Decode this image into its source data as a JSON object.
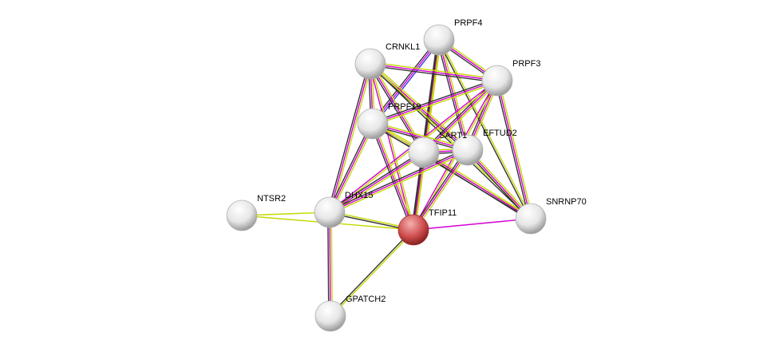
{
  "channel_colors": {
    "textmining": "#c5d800",
    "coexpression": "#333333",
    "experiments": "#d400d4",
    "databases": "#3a3ae0"
  },
  "query_node_color": "#d04040",
  "nodes": [
    {
      "id": "PRPF4",
      "label": "PRPF4",
      "query": false
    },
    {
      "id": "CRNKL1",
      "label": "CRNKL1",
      "query": false
    },
    {
      "id": "PRPF3",
      "label": "PRPF3",
      "query": false
    },
    {
      "id": "PRPF19",
      "label": "PRPF19",
      "query": false
    },
    {
      "id": "SART1",
      "label": "SART1",
      "query": false
    },
    {
      "id": "EFTUD2",
      "label": "EFTUD2",
      "query": false
    },
    {
      "id": "NTSR2",
      "label": "NTSR2",
      "query": false
    },
    {
      "id": "DHX15",
      "label": "DHX15",
      "query": false
    },
    {
      "id": "TFIP11",
      "label": "TFIP11",
      "query": true
    },
    {
      "id": "SNRNP70",
      "label": "SNRNP70",
      "query": false
    },
    {
      "id": "GPATCH2",
      "label": "GPATCH2",
      "query": false
    }
  ],
  "edges": [
    {
      "a": "PRPF4",
      "b": "PRPF19",
      "channels": [
        "databases",
        "experiments",
        "coexpression"
      ]
    },
    {
      "a": "PRPF4",
      "b": "PRPF3",
      "channels": [
        "textmining",
        "experiments",
        "coexpression"
      ]
    },
    {
      "a": "PRPF4",
      "b": "SART1",
      "channels": [
        "textmining",
        "experiments",
        "coexpression"
      ]
    },
    {
      "a": "PRPF4",
      "b": "EFTUD2",
      "channels": [
        "textmining",
        "experiments",
        "coexpression"
      ]
    },
    {
      "a": "PRPF4",
      "b": "TFIP11",
      "channels": [
        "textmining",
        "coexpression"
      ]
    },
    {
      "a": "PRPF4",
      "b": "SNRNP70",
      "channels": [
        "textmining",
        "coexpression"
      ]
    },
    {
      "a": "CRNKL1",
      "b": "PRPF3",
      "channels": [
        "textmining",
        "experiments",
        "coexpression"
      ]
    },
    {
      "a": "CRNKL1",
      "b": "PRPF19",
      "channels": [
        "textmining",
        "experiments",
        "coexpression"
      ]
    },
    {
      "a": "CRNKL1",
      "b": "SART1",
      "channels": [
        "textmining",
        "experiments",
        "coexpression"
      ]
    },
    {
      "a": "CRNKL1",
      "b": "EFTUD2",
      "channels": [
        "textmining",
        "experiments",
        "coexpression"
      ]
    },
    {
      "a": "CRNKL1",
      "b": "DHX15",
      "channels": [
        "textmining",
        "experiments",
        "coexpression"
      ]
    },
    {
      "a": "CRNKL1",
      "b": "TFIP11",
      "channels": [
        "textmining",
        "experiments"
      ]
    },
    {
      "a": "CRNKL1",
      "b": "SNRNP70",
      "channels": [
        "textmining",
        "coexpression"
      ]
    },
    {
      "a": "PRPF3",
      "b": "PRPF19",
      "channels": [
        "textmining",
        "experiments",
        "coexpression"
      ]
    },
    {
      "a": "PRPF3",
      "b": "SART1",
      "channels": [
        "textmining",
        "experiments",
        "coexpression"
      ]
    },
    {
      "a": "PRPF3",
      "b": "EFTUD2",
      "channels": [
        "textmining",
        "experiments",
        "coexpression"
      ]
    },
    {
      "a": "PRPF3",
      "b": "TFIP11",
      "channels": [
        "textmining",
        "experiments"
      ]
    },
    {
      "a": "PRPF3",
      "b": "SNRNP70",
      "channels": [
        "textmining",
        "experiments",
        "coexpression"
      ]
    },
    {
      "a": "PRPF3",
      "b": "DHX15",
      "channels": [
        "textmining",
        "experiments"
      ]
    },
    {
      "a": "PRPF19",
      "b": "SART1",
      "channels": [
        "textmining",
        "experiments",
        "coexpression"
      ]
    },
    {
      "a": "PRPF19",
      "b": "EFTUD2",
      "channels": [
        "textmining",
        "experiments",
        "coexpression"
      ]
    },
    {
      "a": "PRPF19",
      "b": "DHX15",
      "channels": [
        "textmining",
        "experiments",
        "coexpression"
      ]
    },
    {
      "a": "PRPF19",
      "b": "TFIP11",
      "channels": [
        "textmining",
        "experiments",
        "coexpression"
      ]
    },
    {
      "a": "PRPF19",
      "b": "SNRNP70",
      "channels": [
        "textmining",
        "coexpression"
      ]
    },
    {
      "a": "SART1",
      "b": "EFTUD2",
      "channels": [
        "textmining",
        "experiments",
        "coexpression"
      ]
    },
    {
      "a": "SART1",
      "b": "DHX15",
      "channels": [
        "textmining",
        "experiments",
        "coexpression"
      ]
    },
    {
      "a": "SART1",
      "b": "TFIP11",
      "channels": [
        "textmining",
        "experiments",
        "coexpression"
      ]
    },
    {
      "a": "SART1",
      "b": "SNRNP70",
      "channels": [
        "textmining",
        "experiments",
        "coexpression"
      ]
    },
    {
      "a": "EFTUD2",
      "b": "DHX15",
      "channels": [
        "textmining",
        "experiments",
        "coexpression"
      ]
    },
    {
      "a": "EFTUD2",
      "b": "TFIP11",
      "channels": [
        "textmining",
        "experiments",
        "coexpression"
      ]
    },
    {
      "a": "EFTUD2",
      "b": "SNRNP70",
      "channels": [
        "textmining",
        "experiments",
        "coexpression"
      ]
    },
    {
      "a": "DHX15",
      "b": "NTSR2",
      "channels": [
        "textmining"
      ]
    },
    {
      "a": "DHX15",
      "b": "TFIP11",
      "channels": [
        "textmining",
        "coexpression"
      ]
    },
    {
      "a": "DHX15",
      "b": "GPATCH2",
      "channels": [
        "textmining",
        "experiments",
        "coexpression"
      ]
    },
    {
      "a": "NTSR2",
      "b": "TFIP11",
      "channels": [
        "textmining"
      ]
    },
    {
      "a": "TFIP11",
      "b": "SNRNP70",
      "channels": [
        "experiments"
      ]
    },
    {
      "a": "TFIP11",
      "b": "GPATCH2",
      "channels": [
        "textmining",
        "coexpression"
      ]
    }
  ]
}
